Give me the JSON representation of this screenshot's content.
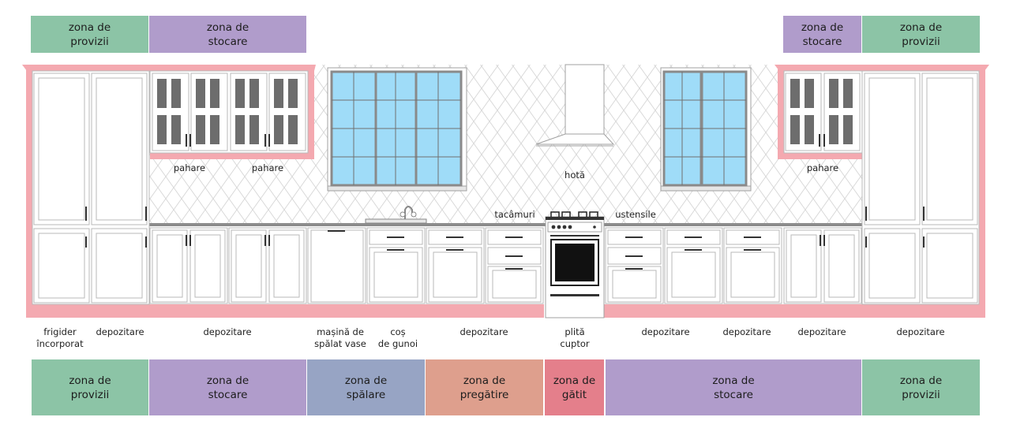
{
  "colors": {
    "provizii": "#8cc4a6",
    "stocare": "#b09ccb",
    "spalare": "#97a4c4",
    "pregatire": "#de9f8d",
    "gatit": "#e47f8b",
    "outline_pink": "#f4a9b0",
    "glass": "#9fdcf8",
    "dark_glass": "#6d6d6d"
  },
  "top_zones": [
    {
      "text": "zona de\nprovizii",
      "color_key": "provizii"
    },
    {
      "text": "zona de\nstocare",
      "color_key": "stocare"
    },
    {
      "text": "zona de\nstocare",
      "color_key": "stocare"
    },
    {
      "text": "zona de\nprovizii",
      "color_key": "provizii"
    }
  ],
  "wall_labels": {
    "pahare_1": "pahare",
    "pahare_2": "pahare",
    "pahare_3": "pahare",
    "hota": "hotă",
    "tacamuri": "tacâmuri",
    "ustensile": "ustensile"
  },
  "bottom_labels": [
    {
      "text": "frigider\nîncorporat"
    },
    {
      "text": "depozitare"
    },
    {
      "text": "depozitare"
    },
    {
      "text": "mașină de\nspălat vase"
    },
    {
      "text": "coș\nde gunoi"
    },
    {
      "text": "depozitare"
    },
    {
      "text": "plită\ncuptor"
    },
    {
      "text": "depozitare"
    },
    {
      "text": "depozitare"
    },
    {
      "text": "depozitare"
    },
    {
      "text": "depozitare"
    }
  ],
  "bottom_zones": [
    {
      "text": "zona de\nprovizii",
      "color_key": "provizii"
    },
    {
      "text": "zona de\nstocare",
      "color_key": "stocare"
    },
    {
      "text": "zona de\nspălare",
      "color_key": "spalare"
    },
    {
      "text": "zona de\npregătire",
      "color_key": "pregatire"
    },
    {
      "text": "zona de\ngătit",
      "color_key": "gatit"
    },
    {
      "text": "zona de\nstocare",
      "color_key": "stocare"
    },
    {
      "text": "zona de\nprovizii",
      "color_key": "provizii"
    }
  ]
}
